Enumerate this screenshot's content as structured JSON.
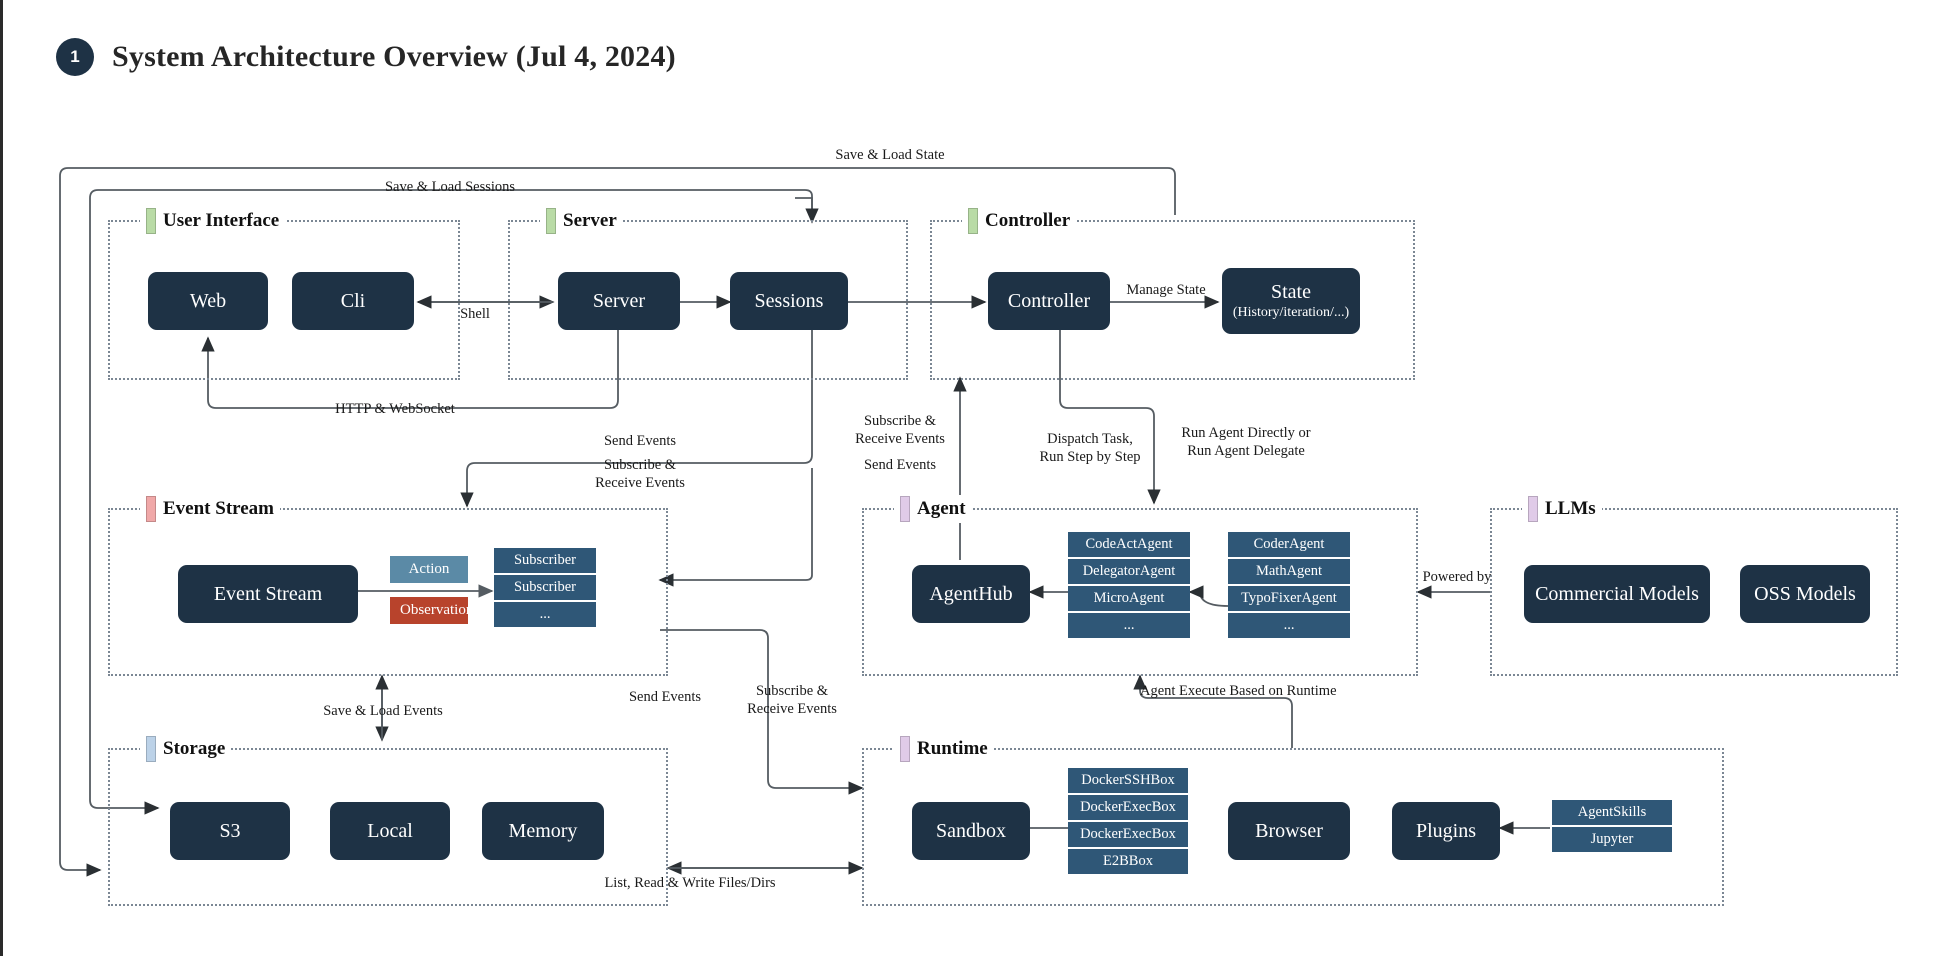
{
  "title": {
    "badge": "1",
    "text": "System Architecture Overview (Jul 4, 2024)"
  },
  "groups": {
    "user_interface": {
      "label": "User Interface",
      "accent": "#b9dba6"
    },
    "server": {
      "label": "Server",
      "accent": "#b9dba6"
    },
    "controller": {
      "label": "Controller",
      "accent": "#b9dba6"
    },
    "event_stream": {
      "label": "Event Stream",
      "accent": "#f0a8a8"
    },
    "agent": {
      "label": "Agent",
      "accent": "#e0cbe8"
    },
    "llms": {
      "label": "LLMs",
      "accent": "#e0cbe8"
    },
    "storage": {
      "label": "Storage",
      "accent": "#bcd2e8"
    },
    "runtime": {
      "label": "Runtime",
      "accent": "#e0cbe8"
    }
  },
  "nodes": {
    "web": "Web",
    "cli": "Cli",
    "server": "Server",
    "sessions": "Sessions",
    "controller": "Controller",
    "state": "State",
    "state_sub": "(History/iteration/...)",
    "event_stream": "Event Stream",
    "agenthub": "AgentHub",
    "commercial_models": "Commercial Models",
    "oss_models": "OSS Models",
    "s3": "S3",
    "local": "Local",
    "memory": "Memory",
    "sandbox": "Sandbox",
    "browser": "Browser",
    "plugins": "Plugins"
  },
  "chips": {
    "action": "Action",
    "observation": "Observation"
  },
  "stacks": {
    "subscribers": [
      "Subscriber",
      "Subscriber",
      "..."
    ],
    "agents_left": [
      "CodeActAgent",
      "DelegatorAgent",
      "MicroAgent",
      "..."
    ],
    "agents_right": [
      "CoderAgent",
      "MathAgent",
      "TypoFixerAgent",
      "..."
    ],
    "sandboxes": [
      "DockerSSHBox",
      "DockerExecBox",
      "DockerExecBox",
      "E2BBox"
    ],
    "plugin_items": [
      "AgentSkills",
      "Jupyter"
    ]
  },
  "edge_labels": {
    "save_load_state": "Save & Load State",
    "save_load_sessions": "Save & Load Sessions",
    "shell": "Shell",
    "manage_state": "Manage State",
    "http_websocket": "HTTP & WebSocket",
    "send_events_ui": "Send Events",
    "subscribe_receive_ui": "Subscribe &\nReceive Events",
    "subscribe_receive_sess": "Subscribe &\nReceive Events",
    "send_events_sess": "Send Events",
    "dispatch_task": "Dispatch Task,\nRun Step by Step",
    "run_agent": "Run Agent Directly or\nRun Agent Delegate",
    "powered_by": "Powered by",
    "save_load_events": "Save & Load Events",
    "send_events_rt": "Send Events",
    "subscribe_receive_rt": "Subscribe &\nReceive Events",
    "agent_execute": "Agent Execute Based on Runtime",
    "list_read_write": "List, Read & Write Files/Dirs"
  },
  "colors": {
    "node_fill": "#1e3245",
    "stack_fill": "#2f5777",
    "action": "#5b8aa6",
    "observation": "#b8432c",
    "frame": "#7b8794",
    "wire": "#555c62"
  }
}
